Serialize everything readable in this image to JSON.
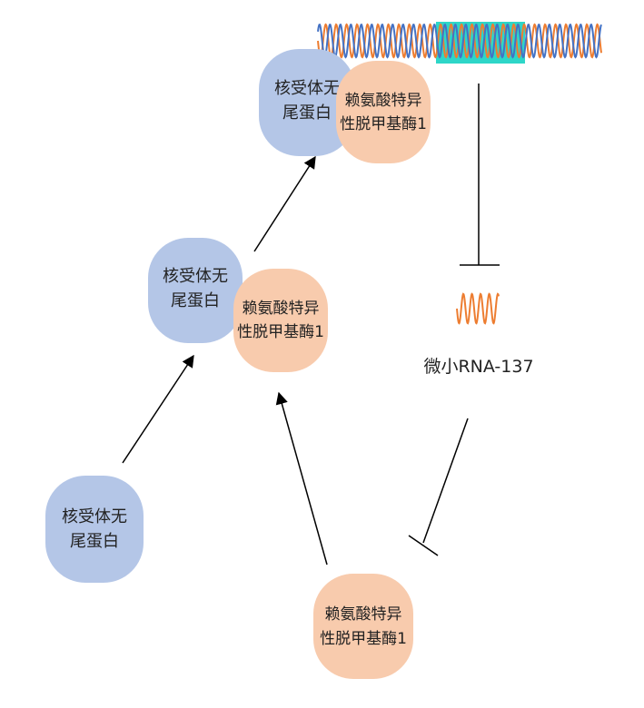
{
  "labels": {
    "nr": [
      "核受体无",
      "尾蛋白"
    ],
    "lsd": [
      "赖氨酸特异",
      "性脱甲基酶1"
    ],
    "mirna": "微小RNA-137"
  },
  "colors": {
    "nr_fill": "#b4c6e7",
    "lsd_fill": "#f8cbad",
    "dna_orange": "#ed7d31",
    "dna_blue": "#4472c4",
    "dna_highlight": "#2ed6c8",
    "mirna_wave": "#ed7d31",
    "line": "#000000"
  },
  "icons": {
    "dna": "dna-double-helix-icon",
    "mirna": "mirna-hairpin-icon"
  }
}
